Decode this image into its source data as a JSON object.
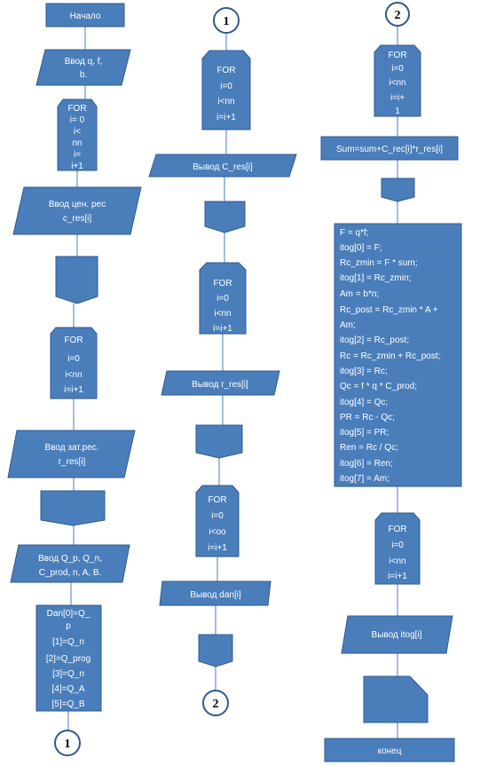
{
  "col1": {
    "start": "Начало",
    "input_qfb": [
      "Ввод  q, f,",
      "b."
    ],
    "loop1": [
      "FOR",
      "i= 0",
      "i<",
      "nn",
      "i=",
      "i+1"
    ],
    "input_c_res": [
      "Ввод  цен.  рес",
      "c_res[i]"
    ],
    "loop2": [
      "FOR",
      "i=0",
      "i<nn",
      "i=i+1"
    ],
    "input_r_res": [
      "Ввод зат.рес.",
      "r_res[i]"
    ],
    "input_q": [
      "Ввод Q_p, Q_n,",
      "C_prod, n, A, B."
    ],
    "dan": [
      "Dan[0]=Q_",
      "p",
      "[1]=Q_n",
      "[2]=Q_prog",
      "[3]=Q_n",
      "[4]=Q_A",
      "[5]=Q_B"
    ],
    "connector_end": "1"
  },
  "col2": {
    "connector_start": "1",
    "loop1": [
      "FOR",
      "i=0",
      "i<nn",
      "i=i+1"
    ],
    "output_c_res": "Вывод C_res[i]",
    "loop2": [
      "FOR",
      "i=0",
      "i<nn",
      "i=i+1"
    ],
    "output_r_res": "Вывод r_res[i]",
    "loop3": [
      "FOR",
      "i=0",
      "i<oo",
      "i=i+1"
    ],
    "output_dan": "Вывод dan[i]",
    "connector_end": "2"
  },
  "col3": {
    "connector_start": "2",
    "loop1": [
      "FOR",
      "i=0",
      "i<nn",
      "i=i+",
      "1"
    ],
    "sum": "Sum=sum+C_rec[i]*r_res[i]",
    "calc": [
      "F = q*f;",
      "itog[0] = F;",
      "Rc_zmin = F * sum;",
      "itog[1] = Rc_zmin;",
      "Am = b*n;",
      "Rc_post = Rc_zmin * A +",
      "Am;",
      "itog[2] = Rc_post;",
      "Rc = Rc_zmin + Rc_post;",
      "itog[3] = Rc;",
      "Qc = f * q * C_prod;",
      "itog[4] = Qc;",
      "PR = Rc - Qc;",
      "itog[5] = PR;",
      "Ren = Rc / Qc;",
      "itog[6] = Ren;",
      "itog[7] = Am;"
    ],
    "loop2": [
      "FOR",
      "i=0",
      "i<nn",
      "i=i+1"
    ],
    "output_itog": "Вывод itog[i]",
    "end": "конец"
  },
  "colors": {
    "fill": "#4a7ebb",
    "stroke": "#2f5a8f",
    "text": "#ffffff"
  }
}
